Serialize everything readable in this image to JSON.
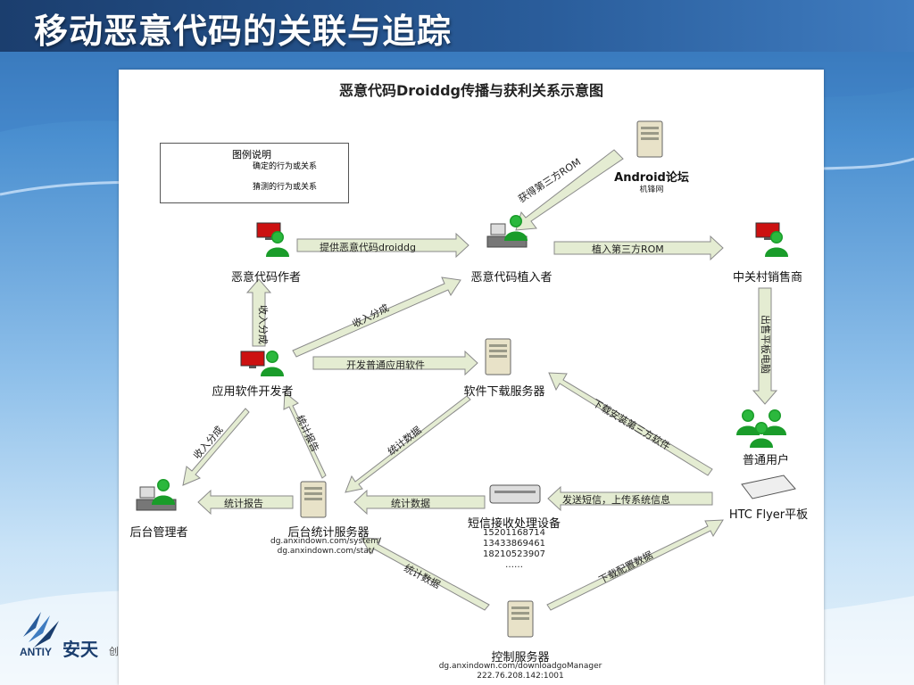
{
  "slide": {
    "title": "移动恶意代码的关联与追踪"
  },
  "logo": {
    "en": "ANTIY",
    "cn": "安天",
    "sub": "创"
  },
  "diagram": {
    "title": "恶意代码Droiddg传播与获利关系示意图",
    "legend": {
      "title": "图例说明",
      "confirmed": "确定的行为或关系",
      "guessed": "猜测的行为或关系"
    },
    "nodes": {
      "forum": {
        "label": "Android论坛",
        "sub": "机锋网"
      },
      "author": {
        "label": "恶意代码作者"
      },
      "implanter": {
        "label": "恶意代码植入者"
      },
      "vendor": {
        "label": "中关村销售商"
      },
      "developer": {
        "label": "应用软件开发者"
      },
      "download_server": {
        "label": "软件下载服务器"
      },
      "users": {
        "label": "普通用户"
      },
      "admin": {
        "label": "后台管理者"
      },
      "stat_server": {
        "label": "后台统计服务器",
        "sub1": "dg.anxindown.com/system/",
        "sub2": "dg.anxindown.com/stat/"
      },
      "sms_device": {
        "label": "短信接收处理设备",
        "phones": [
          "15201168714",
          "13433869461",
          "18210523907",
          "……"
        ]
      },
      "tablet": {
        "label": "HTC Flyer平板"
      },
      "control_server": {
        "label": "控制服务器",
        "sub1": "dg.anxindown.com/downloadgoManager",
        "sub2": "222.76.208.142:1001"
      }
    },
    "edges": {
      "get_rom": "获得第三方ROM",
      "provide_code": "提供恶意代码droiddg",
      "implant_rom": "植入第三方ROM",
      "revenue_share_1": "收入分成",
      "revenue_share_2": "收入分成",
      "sell_tablet": "出售平板电脑",
      "develop_app": "开发普通应用软件",
      "stat_report_1": "统计报告",
      "revenue_share_3": "收入分成",
      "stat_data_1": "统计数据",
      "download_install": "下载安装第三方软件",
      "stat_report_2": "统计报告",
      "stat_data_2": "统计数据",
      "send_sms": "发送短信，上传系统信息",
      "stat_data_3": "统计数据",
      "download_config": "下载配置数据"
    }
  },
  "colors": {
    "arrow_fill": "#e4ecd2",
    "arrow_stroke": "#8a8a8a",
    "person_green": "#1a9c2a",
    "monitor_red": "#cc1111"
  }
}
